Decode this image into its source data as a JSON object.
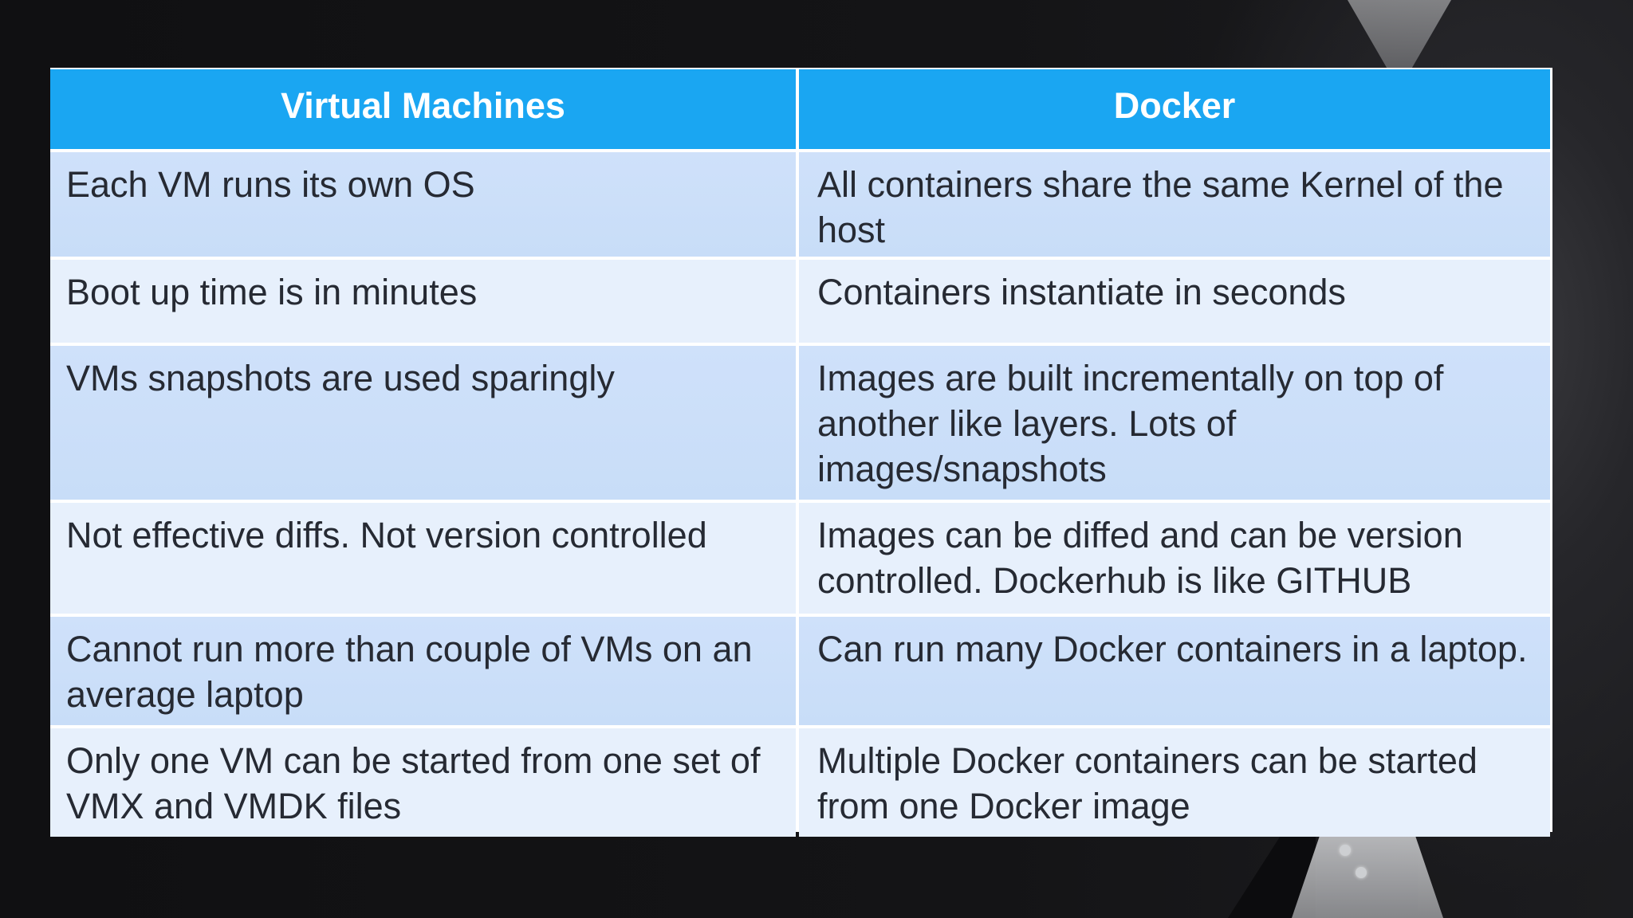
{
  "table": {
    "headers": [
      "Virtual Machines",
      "Docker"
    ],
    "rows": [
      [
        "Each VM runs its own OS",
        "All containers share the same Kernel of the host"
      ],
      [
        "Boot up time is in minutes",
        "Containers instantiate in seconds"
      ],
      [
        "VMs snapshots are used sparingly",
        "Images are built incrementally on top of another like layers. Lots of images/snapshots"
      ],
      [
        "Not effective diffs. Not version controlled",
        "Images can be diffed and can be version controlled. Dockerhub is like GITHUB"
      ],
      [
        "Cannot run more than couple of VMs on an average laptop",
        "Can run many Docker containers in a laptop."
      ],
      [
        "Only one VM can be started from one set of VMX and VMDK files",
        "Multiple Docker containers can be started from one Docker image"
      ]
    ]
  },
  "colors": {
    "header_bg": "#1aa6f2",
    "row_odd_bg": "#cfe1fa",
    "row_even_bg": "#e7f0fc",
    "text": "#262a33",
    "background": "#141416"
  }
}
